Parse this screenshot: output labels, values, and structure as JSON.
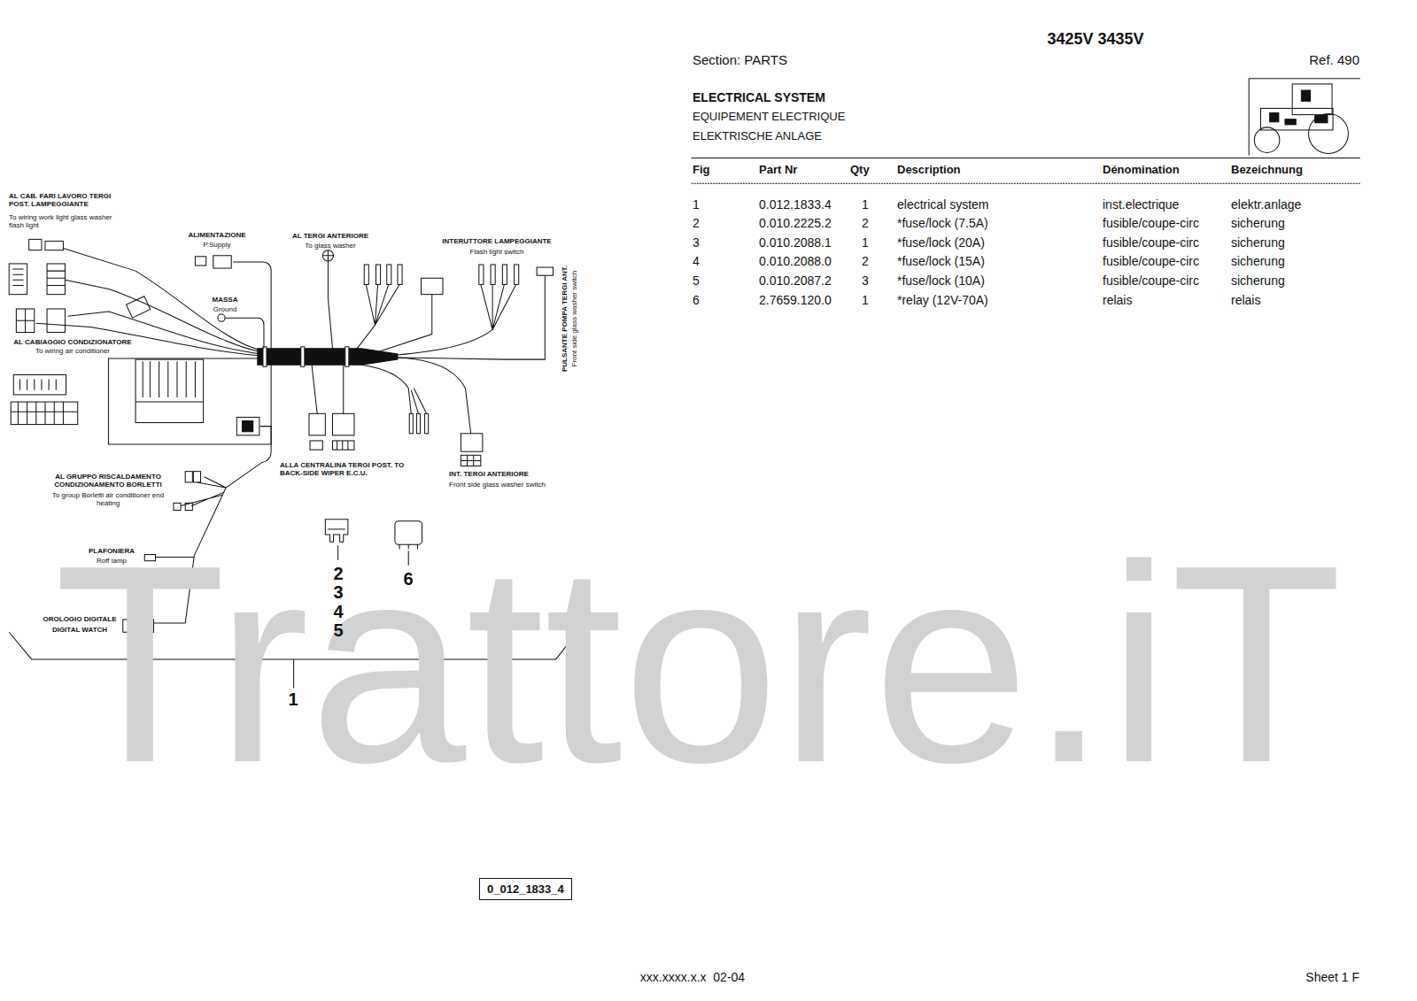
{
  "diagram": {
    "title": "3425V 3435V",
    "nodes": [
      {
        "text": [
          "0_012_1833_4"
        ]
      }
    ],
    "labels": [
      "Section: PARTS",
      "Ref. 490",
      "ELECTRICAL SYSTEM",
      "EQUIPEMENT ELECTRIQUE",
      "ELEKTRISCHE ANLAGE",
      "Fig",
      "Part Nr",
      "Qty",
      "Description",
      "Dénomination",
      "Bezeichnung",
      "1",
      "0.012.1833.4",
      "1",
      "electrical system",
      "inst.electrique",
      "elektr.anlage",
      "2",
      "0.010.2225.2",
      "2",
      "*fuse/lock (7.5A)",
      "fusible/coupe-circ",
      "sicherung",
      "3",
      "0.010.2088.1",
      "1",
      "*fuse/lock (20A)",
      "fusible/coupe-circ",
      "sicherung",
      "4",
      "0.010.2088.0",
      "2",
      "*fuse/lock (15A)",
      "fusible/coupe-circ",
      "sicherung",
      "5",
      "0.010.2087.2",
      "3",
      "*fuse/lock (10A)",
      "fusible/coupe-circ",
      "sicherung",
      "6",
      "2.7659.120.0",
      "1",
      "*relay (12V-70A)",
      "relais",
      "relais",
      "AL CAB. FARI LAVORO TERGI POST. LAMPEGGIANTE",
      "To wiring work light glass washer flash light",
      "ALIMENTAZIONE",
      "P.Supply",
      "AL TERGI ANTERIORE",
      "To glass washer",
      "INTERUTTORE LAMPEGGIANTE",
      "Flash light switch",
      "MASSA",
      "Ground",
      "PULSANTE POMPA TERGI ANT.",
      "Front side glass washer switch",
      "AL CABIAGGIO CONDIZIONATORE",
      "To wiring air conditioner",
      "ALLA CENTRALINA TERGI POST. TO BACK-SIDE WIPER E.C.U.",
      "INT. TERGI ANTERIORE",
      "Front side glass washer switch",
      "AL GRUPPO RISCALDAMENTO CONDIZIONAMENTO BORLETTI",
      "To group Borletti air conditioner end heating",
      "PLAFONIERA",
      "Roff lamp",
      "OROLOGIO DIGITALE",
      "DIGITAL WATCH",
      "2",
      "3",
      "4",
      "5",
      "6",
      "1",
      "Trattore.iT",
      "xxx.xxxx.x.x  02-04",
      "Sheet 1 F"
    ]
  }
}
